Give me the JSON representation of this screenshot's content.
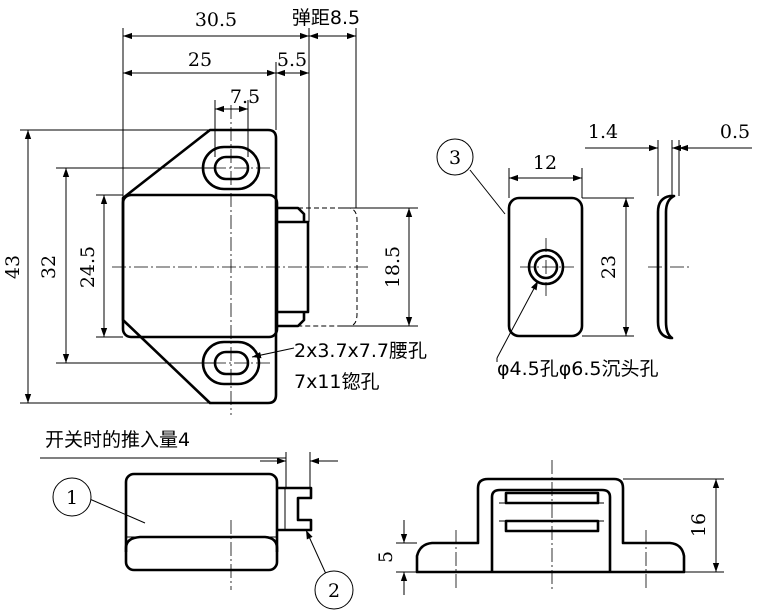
{
  "dimensions": {
    "overall_width": "30.5",
    "spring_travel": "弹距8.5",
    "body_width": "25",
    "protrusion": "5.5",
    "slot_span": "7.5",
    "height_total": "43",
    "hole_pitch": "32",
    "body_height": "24.5",
    "pusher_height": "18.5",
    "pusher_width": "12",
    "pusher_height_2": "23",
    "thickness_1": "1.4",
    "thickness_2": "0.5",
    "front_height": "16",
    "base_thickness": "5"
  },
  "notes": {
    "slot_hole": "2x3.7x7.7腰孔",
    "counterbore": "7x11锪孔",
    "hole_spec": "φ4.5孔φ6.5沉头孔",
    "push_amount": "开关时的推入量4"
  },
  "balloons": {
    "b1": "1",
    "b2": "2",
    "b3": "3"
  }
}
